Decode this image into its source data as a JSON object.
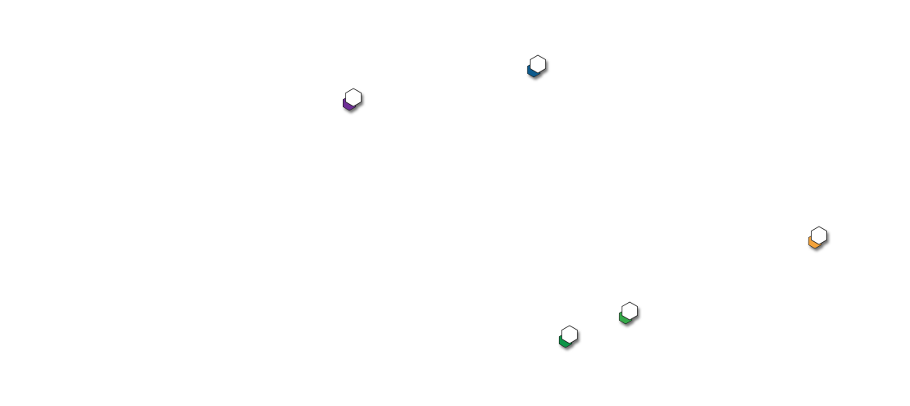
{
  "markers": [
    {
      "name": "marker-blue",
      "icon": "hexagon-pin-icon",
      "color": "#0b5a8c"
    },
    {
      "name": "marker-purple",
      "icon": "hexagon-pin-icon",
      "color": "#6e2f96"
    },
    {
      "name": "marker-orange",
      "icon": "hexagon-pin-icon",
      "color": "#f2a23a"
    },
    {
      "name": "marker-light-green",
      "icon": "hexagon-pin-icon",
      "color": "#36a84a"
    },
    {
      "name": "marker-green",
      "icon": "hexagon-pin-icon",
      "color": "#0f9447"
    }
  ]
}
